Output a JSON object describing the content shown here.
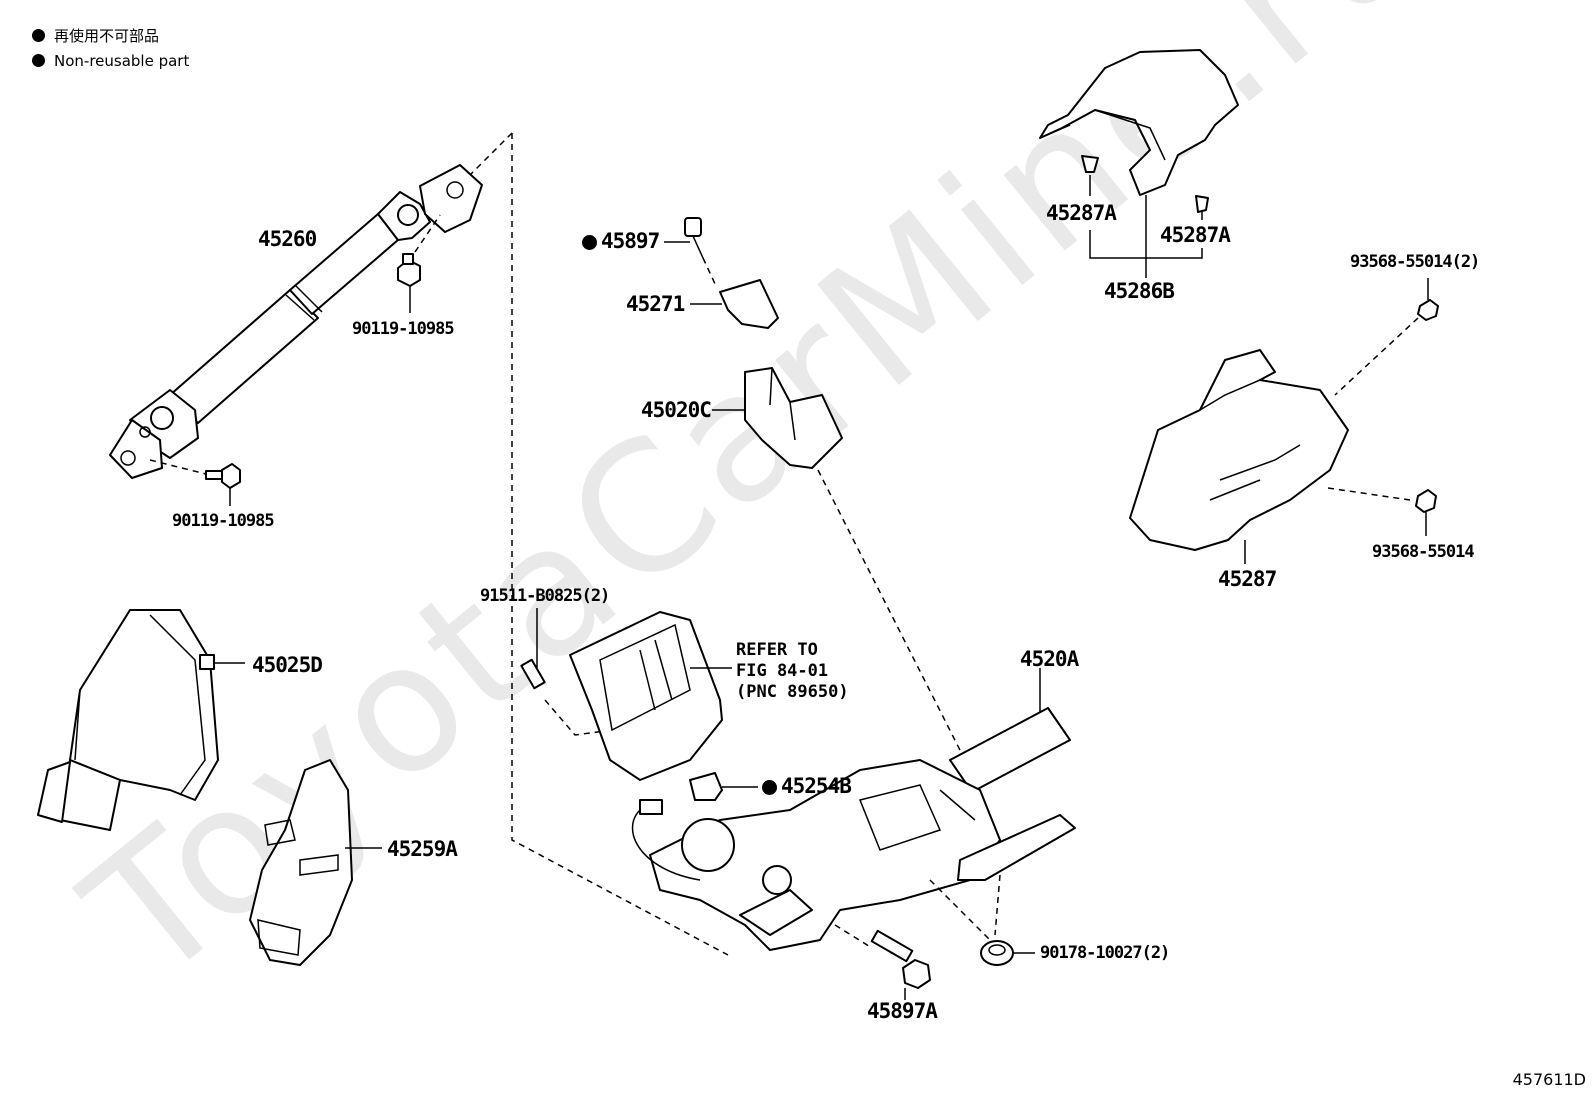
{
  "legend": {
    "items": [
      {
        "symbol": "filled-circle-icon",
        "text": "再使用不可部品"
      },
      {
        "symbol": "filled-circle-icon",
        "text": "Non-reusable part"
      }
    ]
  },
  "watermark": "ToyotaCarMine.ru",
  "figure_id": "457611D",
  "refer_note": "REFER TO\nFIG 84-01\n(PNC 89650)",
  "parts": {
    "p45260": "45260",
    "p90119_top": "90119-10985",
    "p90119_bottom": "90119-10985",
    "p45025D": "45025D",
    "p45259A": "45259A",
    "p45897": "45897",
    "p45271": "45271",
    "p45020C": "45020C",
    "p91511": "91511-B0825(2)",
    "p45254B": "45254B",
    "p4520A": "4520A",
    "p45897A": "45897A",
    "p90178": "90178-10027(2)",
    "p45287A_left": "45287A",
    "p45287A_right": "45287A",
    "p45286B": "45286B",
    "p93568_top": "93568-55014(2)",
    "p93568_bottom": "93568-55014",
    "p45287": "45287"
  },
  "non_reusable_parts": [
    "45897",
    "45254B"
  ]
}
